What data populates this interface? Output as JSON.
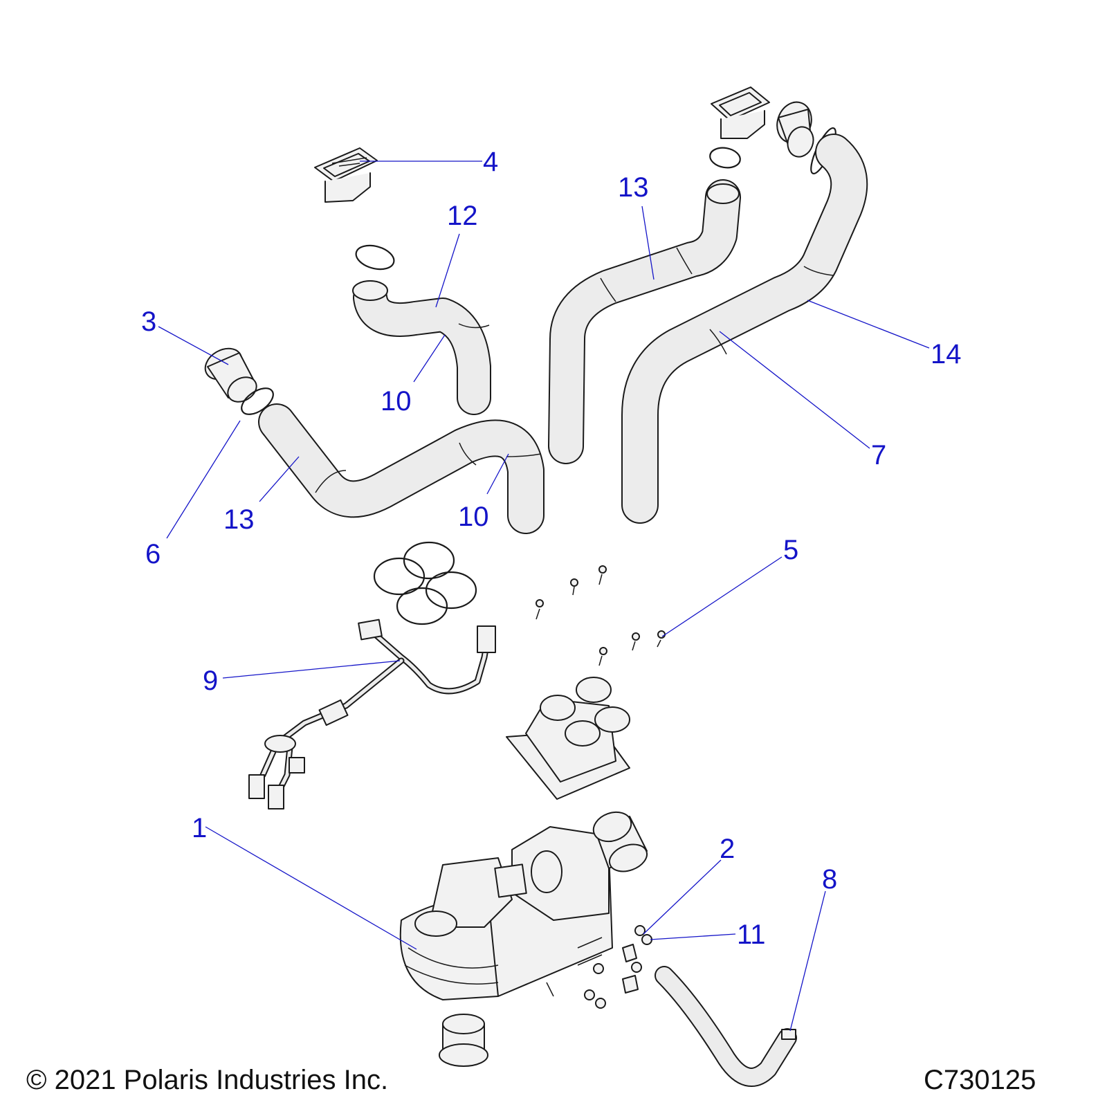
{
  "diagram": {
    "callouts": [
      {
        "id": "c1",
        "label": "1"
      },
      {
        "id": "c2",
        "label": "2"
      },
      {
        "id": "c3",
        "label": "3"
      },
      {
        "id": "c4",
        "label": "4"
      },
      {
        "id": "c5",
        "label": "5"
      },
      {
        "id": "c6",
        "label": "6"
      },
      {
        "id": "c7",
        "label": "7"
      },
      {
        "id": "c8",
        "label": "8"
      },
      {
        "id": "c9",
        "label": "9"
      },
      {
        "id": "c10a",
        "label": "10"
      },
      {
        "id": "c10b",
        "label": "10"
      },
      {
        "id": "c11",
        "label": "11"
      },
      {
        "id": "c12",
        "label": "12"
      },
      {
        "id": "c13a",
        "label": "13"
      },
      {
        "id": "c13b",
        "label": "13"
      },
      {
        "id": "c14",
        "label": "14"
      }
    ],
    "callout_color": "#1414c8"
  },
  "footer": {
    "copyright": "© 2021 Polaris Industries Inc.",
    "code": "C730125"
  }
}
